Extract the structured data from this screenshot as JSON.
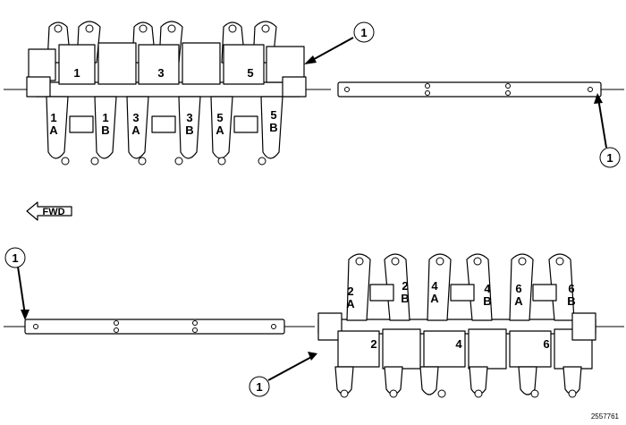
{
  "callout_number": "1",
  "forward_label": "FWD",
  "figure_id": "2557761",
  "top_assembly": {
    "journal_numbers": [
      "1",
      "3",
      "5"
    ],
    "rocker_labels": [
      {
        "num": "1",
        "letter": "A"
      },
      {
        "num": "1",
        "letter": "B"
      },
      {
        "num": "3",
        "letter": "A"
      },
      {
        "num": "3",
        "letter": "B"
      },
      {
        "num": "5",
        "letter": "A"
      },
      {
        "num": "5",
        "letter": "B"
      }
    ]
  },
  "bottom_assembly": {
    "journal_numbers": [
      "2",
      "4",
      "6"
    ],
    "rocker_labels": [
      {
        "num": "2",
        "letter": "A"
      },
      {
        "num": "2",
        "letter": "B"
      },
      {
        "num": "4",
        "letter": "A"
      },
      {
        "num": "4",
        "letter": "B"
      },
      {
        "num": "6",
        "letter": "A"
      },
      {
        "num": "6",
        "letter": "B"
      }
    ]
  }
}
